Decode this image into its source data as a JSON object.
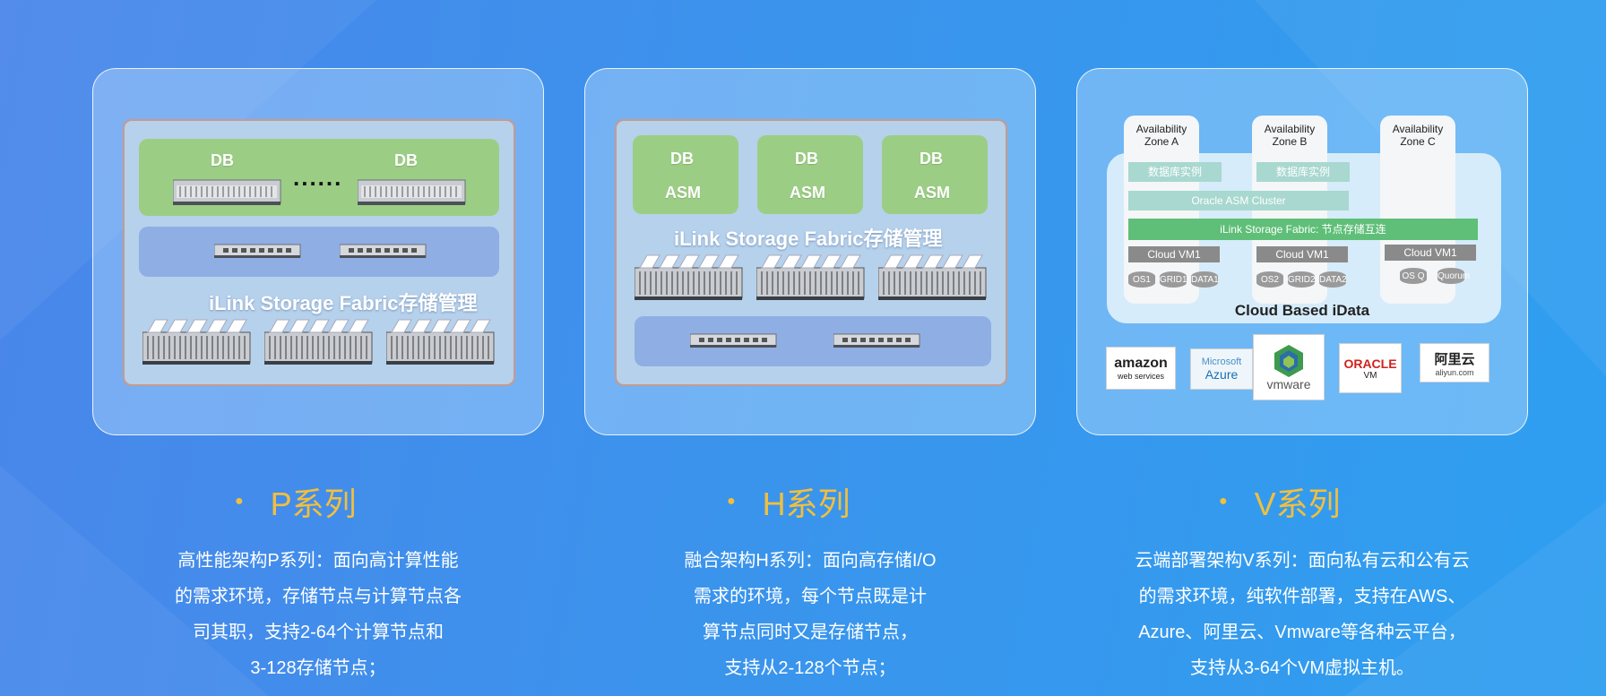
{
  "cards": {
    "p": {
      "db_labels": [
        "DB",
        "DB"
      ],
      "dots": "......",
      "fabric": "iLink Storage Fabric存储管理"
    },
    "h": {
      "nodes": [
        {
          "db": "DB",
          "asm": "ASM"
        },
        {
          "db": "DB",
          "asm": "ASM"
        },
        {
          "db": "DB",
          "asm": "ASM"
        }
      ],
      "fabric": "iLink Storage Fabric存储管理"
    },
    "v": {
      "zones": [
        "Availability Zone A",
        "Availability Zone B",
        "Availability Zone C"
      ],
      "db_instance": [
        "数据库实例",
        "数据库实例"
      ],
      "asm_cluster": "Oracle ASM Cluster",
      "fabric_bar": "iLink Storage Fabric: 节点存储互连",
      "vms": [
        "Cloud VM1",
        "Cloud VM1",
        "Cloud VM1"
      ],
      "disks_a": [
        "OS1",
        "GRID1",
        "DATA1"
      ],
      "disks_b": [
        "OS2",
        "GRID2",
        "DATA2"
      ],
      "disks_c": [
        "OS Q",
        "Quorum"
      ],
      "cloud_label": "Cloud Based iData",
      "logos": {
        "amazon_1": "amazon",
        "amazon_2": "web services",
        "azure_1": "Microsoft",
        "azure_2": "Azure",
        "vmware": "vmware",
        "oracle_1": "ORACLE",
        "oracle_2": "VM",
        "aliyun_1": "阿里云",
        "aliyun_2": "aliyun.com"
      }
    }
  },
  "series": [
    {
      "title": "P系列",
      "lines": [
        "高性能架构P系列：面向高计算性能",
        "的需求环境，存储节点与计算节点各",
        "司其职，支持2-64个计算节点和",
        "3-128存储节点；"
      ]
    },
    {
      "title": "H系列",
      "lines": [
        "融合架构H系列：面向高存储I/O",
        "需求的环境，每个节点既是计",
        "算节点同时又是存储节点，",
        "支持从2-128个节点；"
      ]
    },
    {
      "title": "V系列",
      "lines": [
        "云端部署架构V系列：面向私有云和公有云",
        "的需求环境，纯软件部署，支持在AWS、",
        "Azure、阿里云、Vmware等各种云平台，",
        "支持从3-64个VM虚拟主机。"
      ]
    }
  ],
  "colors": {
    "accent": "#f1bf3e",
    "green_box": "#9bce84",
    "band": "#8faee4"
  }
}
